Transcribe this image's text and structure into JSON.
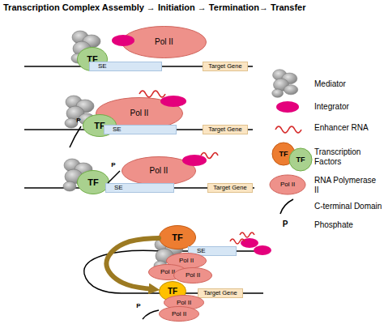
{
  "diagram": {
    "title": "Transcription Complex Assembly → Initiation → Termination→ Transfer",
    "nodes": [
      {
        "text": [
          "Pol II"
        ]
      },
      {
        "text": [
          "TF"
        ]
      },
      {
        "text": [
          "SE"
        ]
      },
      {
        "text": [
          "Target Gene"
        ]
      },
      {
        "text": [
          "Pol II"
        ]
      },
      {
        "text": [
          "TF"
        ]
      },
      {
        "text": [
          "SE"
        ]
      },
      {
        "text": [
          "Target Gene"
        ]
      },
      {
        "text": [
          "TF"
        ]
      },
      {
        "text": [
          "Pol II"
        ]
      },
      {
        "text": [
          "SE"
        ]
      },
      {
        "text": [
          "Target Gene"
        ]
      },
      {
        "text": [
          "TF"
        ]
      },
      {
        "text": [
          "SE"
        ]
      },
      {
        "text": [
          "Pol II"
        ]
      },
      {
        "text": [
          "Pol II"
        ]
      },
      {
        "text": [
          "Pol II"
        ]
      },
      {
        "text": [
          "TF"
        ]
      },
      {
        "text": [
          "Target Gene"
        ]
      },
      {
        "text": [
          "Pol II"
        ]
      },
      {
        "text": [
          "Pol II"
        ]
      }
    ],
    "edges": [
      {
        "from": 12,
        "to": 17,
        "arrow": "to"
      }
    ],
    "labels": [
      "P",
      "P",
      "P",
      "TF",
      "TF",
      "Pol II",
      "P"
    ],
    "legend": [
      {
        "text": "Mediator"
      },
      {
        "text": "Integrator"
      },
      {
        "text": "Enhancer RNA"
      },
      {
        "text": "Transcription Factors"
      },
      {
        "text": "RNA Polymerase II"
      },
      {
        "text": "C-terminal Domain"
      },
      {
        "text": "Phosphate"
      }
    ]
  }
}
